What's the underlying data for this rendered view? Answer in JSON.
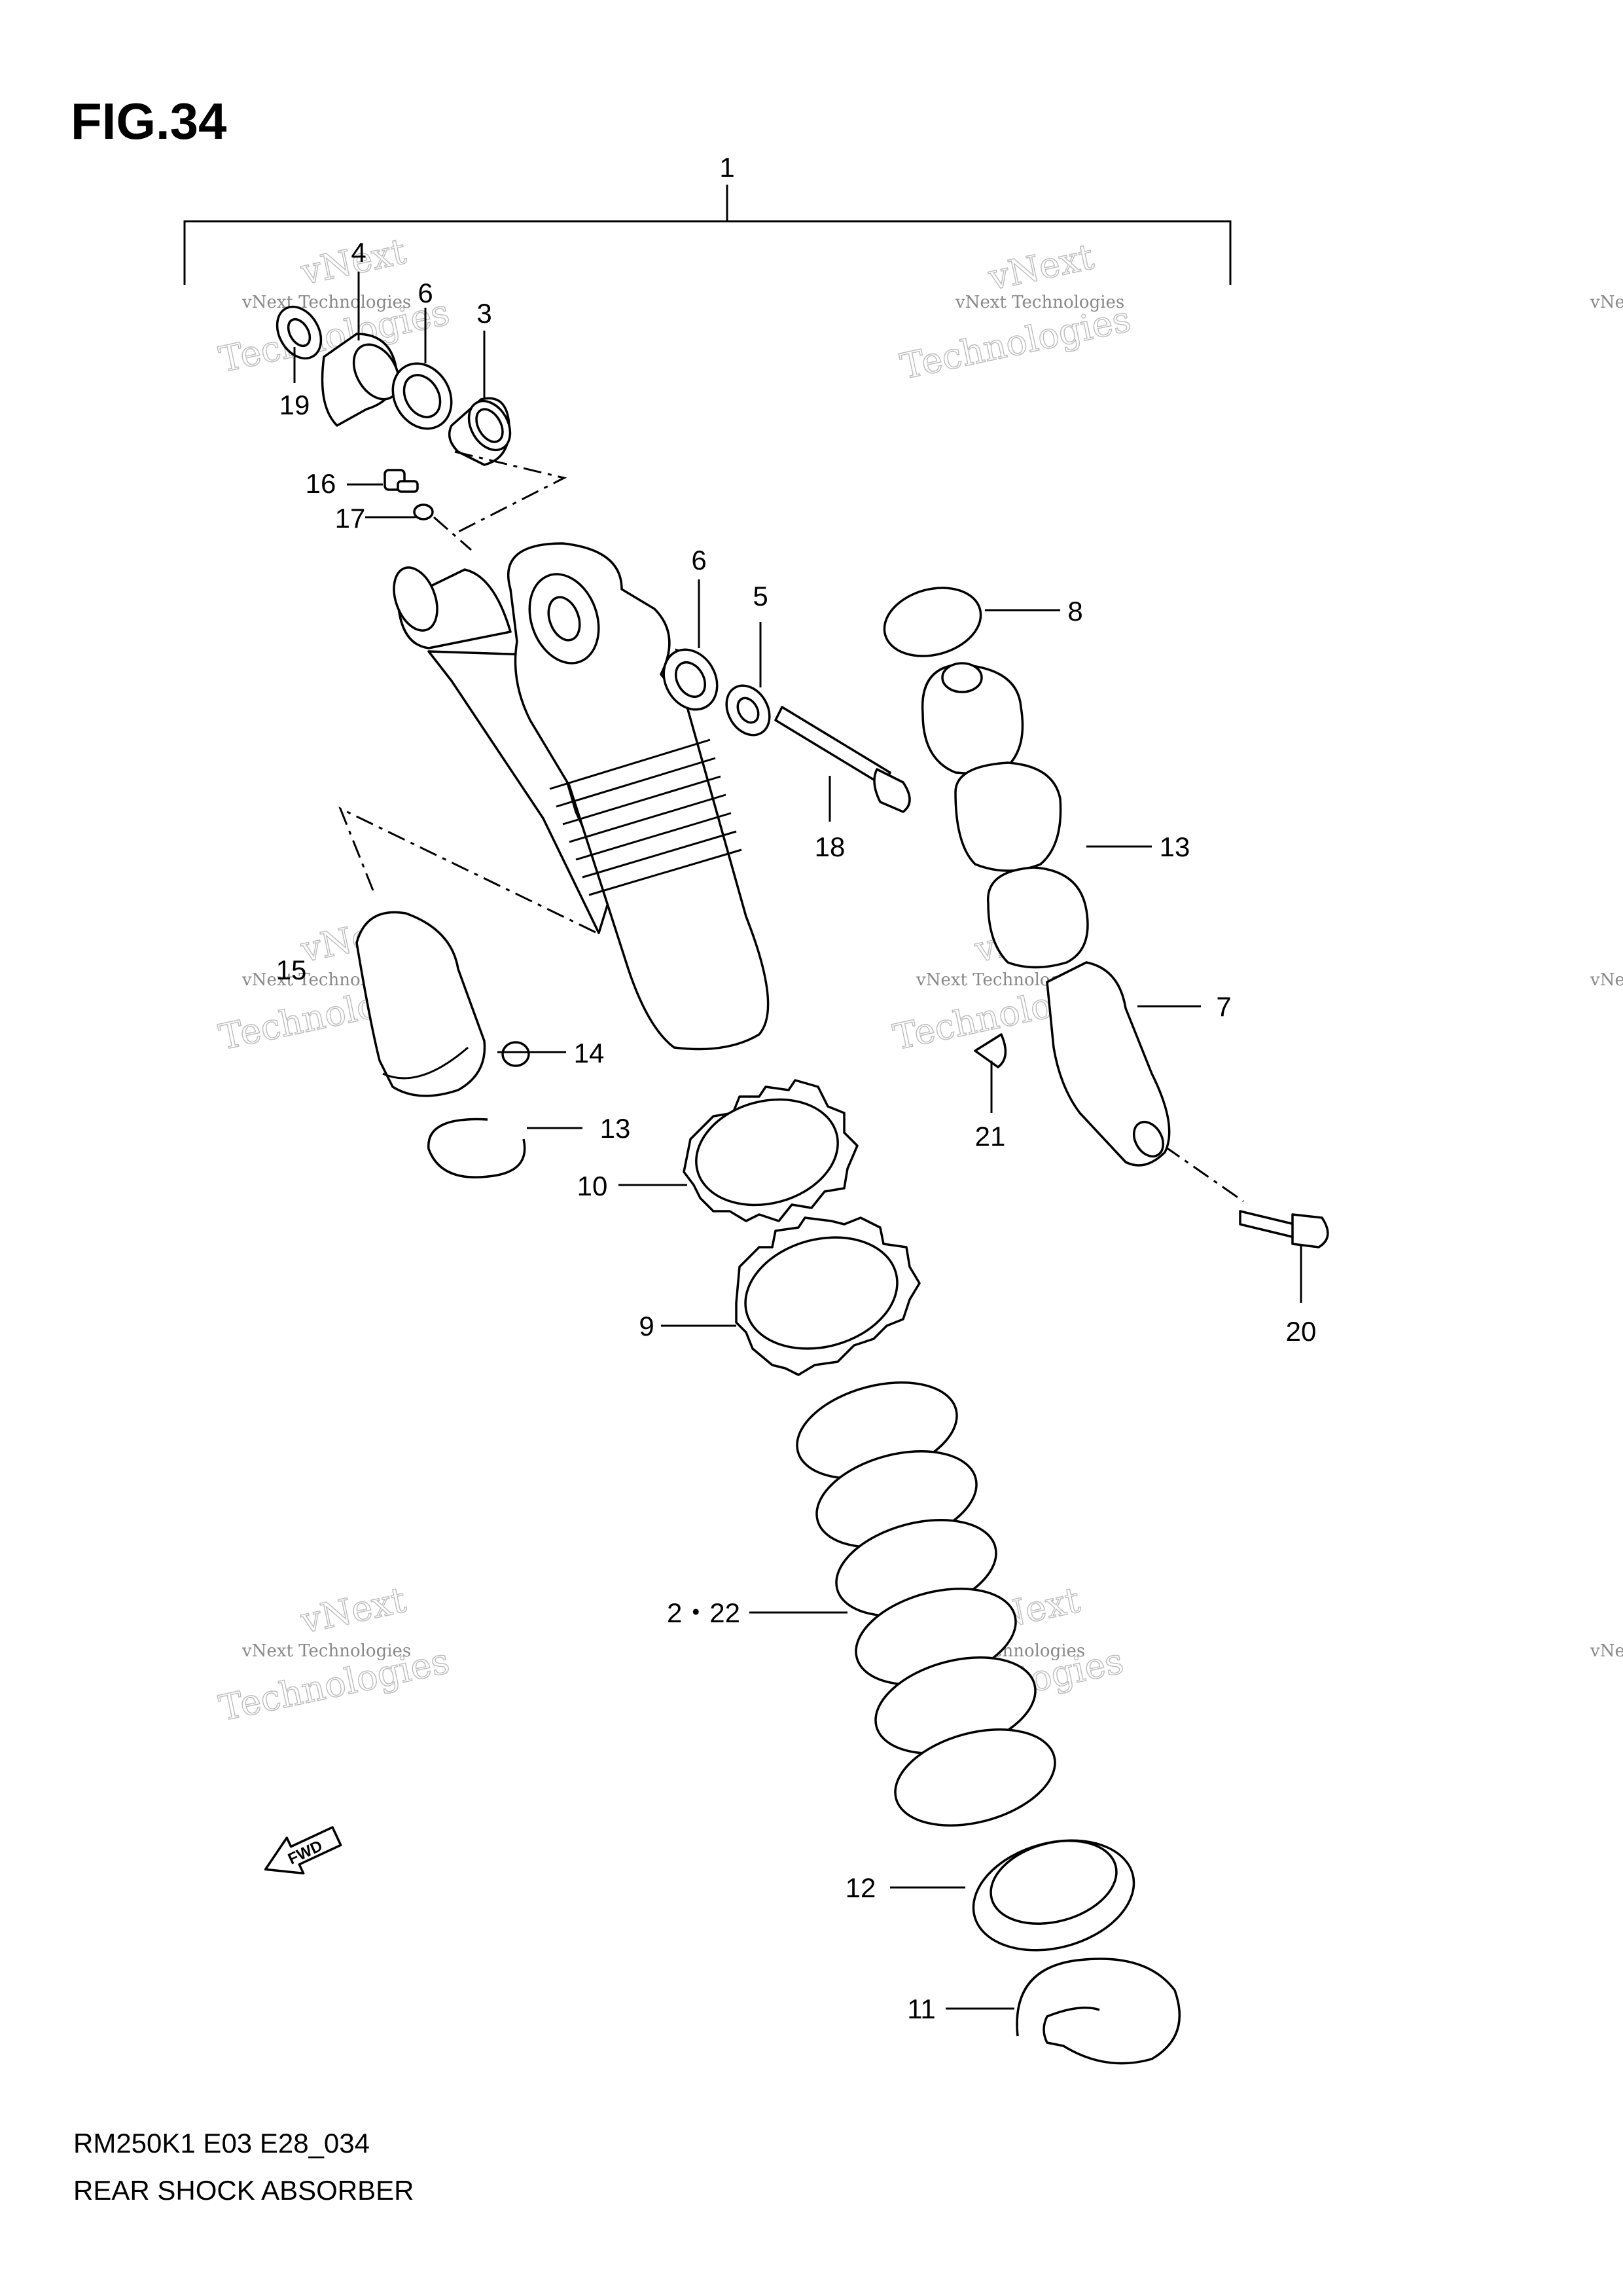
{
  "figure": "FIG.34",
  "model_code": "RM250K1 E03 E28_034",
  "section_title": "REAR SHOCK ABSORBER",
  "watermark": {
    "line1": "vNext Technologies",
    "line2": "Technologies",
    "overlay": "vNext"
  },
  "fwd_label": "FWD",
  "callouts": [
    {
      "id": "c1",
      "label": "1"
    },
    {
      "id": "c4",
      "label": "4"
    },
    {
      "id": "c6a",
      "label": "6"
    },
    {
      "id": "c3",
      "label": "3"
    },
    {
      "id": "c19",
      "label": "19"
    },
    {
      "id": "c16",
      "label": "16"
    },
    {
      "id": "c17",
      "label": "17"
    },
    {
      "id": "c6b",
      "label": "6"
    },
    {
      "id": "c5",
      "label": "5"
    },
    {
      "id": "c8",
      "label": "8"
    },
    {
      "id": "c18",
      "label": "18"
    },
    {
      "id": "c13a",
      "label": "13"
    },
    {
      "id": "c15",
      "label": "15"
    },
    {
      "id": "c14",
      "label": "14"
    },
    {
      "id": "c7",
      "label": "7"
    },
    {
      "id": "c13b",
      "label": "13"
    },
    {
      "id": "c10",
      "label": "10"
    },
    {
      "id": "c21",
      "label": "21"
    },
    {
      "id": "c9",
      "label": "9"
    },
    {
      "id": "c20",
      "label": "20"
    },
    {
      "id": "c2-22",
      "label": "2・22"
    },
    {
      "id": "c12",
      "label": "12"
    },
    {
      "id": "c11",
      "label": "11"
    }
  ]
}
